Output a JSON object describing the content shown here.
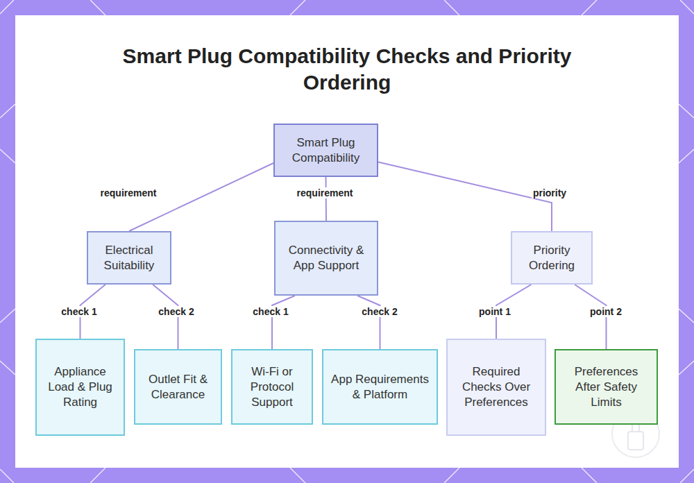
{
  "diagram": {
    "title": "Smart Plug Compatibility Checks and Priority Ordering",
    "nodes": [
      {
        "text": [
          "Smart Plug Compatibility"
        ]
      },
      {
        "text": [
          "Electrical Suitability"
        ]
      },
      {
        "text": [
          "Connectivity & App Support"
        ]
      },
      {
        "text": [
          "Priority Ordering"
        ]
      },
      {
        "text": [
          "Appliance Load & Plug Rating"
        ]
      },
      {
        "text": [
          "Outlet Fit & Clearance"
        ]
      },
      {
        "text": [
          "Wi-Fi or Protocol Support"
        ]
      },
      {
        "text": [
          "App Requirements & Platform"
        ]
      },
      {
        "text": [
          "Required Checks Over Preferences"
        ]
      },
      {
        "text": [
          "Preferences After Safety Limits"
        ]
      }
    ],
    "edges": [
      {
        "from": 0,
        "to": 1,
        "label": "requirement",
        "arrow": "none"
      },
      {
        "from": 0,
        "to": 2,
        "label": "requirement",
        "arrow": "none"
      },
      {
        "from": 0,
        "to": 3,
        "label": "priority",
        "arrow": "none"
      },
      {
        "from": 1,
        "to": 4,
        "label": "check 1",
        "arrow": "none"
      },
      {
        "from": 1,
        "to": 5,
        "label": "check 2",
        "arrow": "none"
      },
      {
        "from": 2,
        "to": 6,
        "label": "check 1",
        "arrow": "none"
      },
      {
        "from": 2,
        "to": 7,
        "label": "check 2",
        "arrow": "none"
      },
      {
        "from": 3,
        "to": 8,
        "label": "point 1",
        "arrow": "none"
      },
      {
        "from": 3,
        "to": 9,
        "label": "point 2",
        "arrow": "none"
      }
    ]
  }
}
